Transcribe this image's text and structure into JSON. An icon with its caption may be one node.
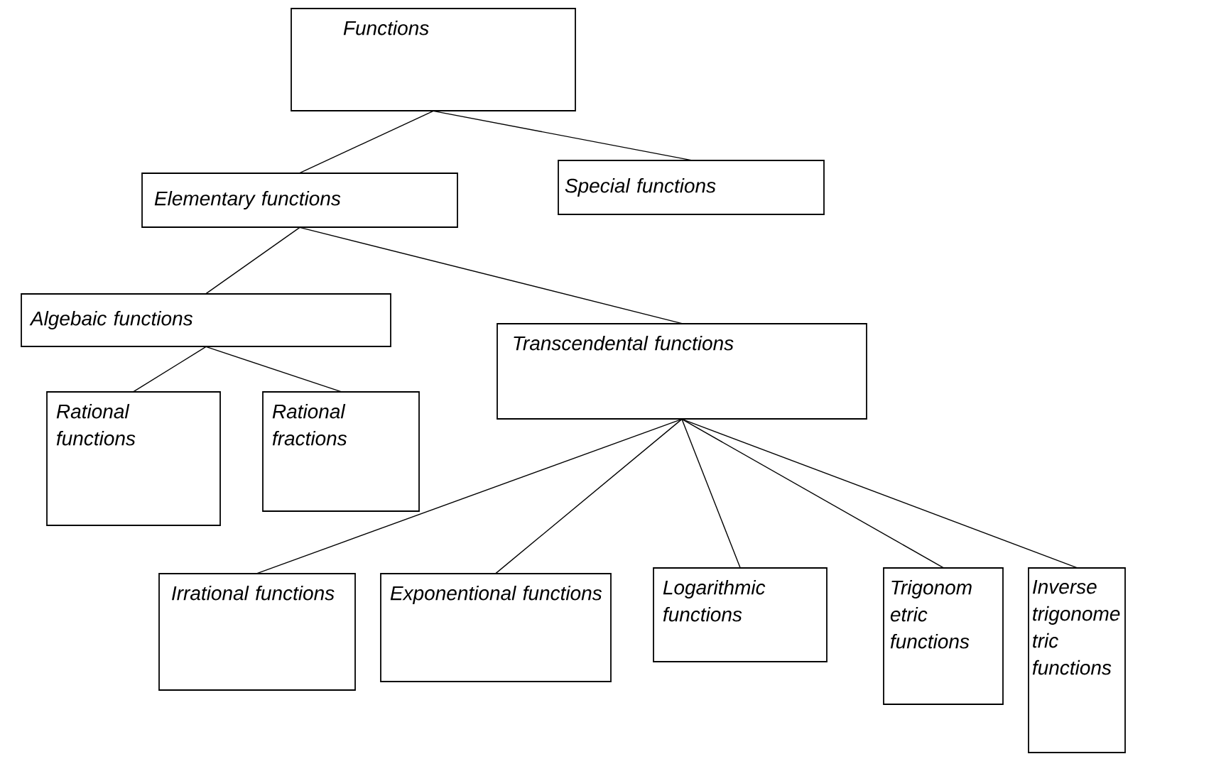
{
  "diagram": {
    "nodes": [
      {
        "text": [
          "Functions"
        ]
      },
      {
        "text": [
          "Elementary functions"
        ]
      },
      {
        "text": [
          "Special functions"
        ]
      },
      {
        "text": [
          "Algebaic functions"
        ]
      },
      {
        "text": [
          "Transcendental functions"
        ]
      },
      {
        "text": [
          "Rational functions"
        ]
      },
      {
        "text": [
          "Rational fractions"
        ]
      },
      {
        "text": [
          "Irrational functions"
        ]
      },
      {
        "text": [
          "Exponentional functions"
        ]
      },
      {
        "text": [
          "Logarithmic functions"
        ]
      },
      {
        "text": [
          "Trigonom etric functions"
        ]
      },
      {
        "text": [
          "Inverse trigonome tric functions"
        ]
      }
    ],
    "edges": [
      {
        "from": 0,
        "to": 1,
        "arrow": "none"
      },
      {
        "from": 0,
        "to": 2,
        "arrow": "none"
      },
      {
        "from": 1,
        "to": 3,
        "arrow": "none"
      },
      {
        "from": 1,
        "to": 4,
        "arrow": "none"
      },
      {
        "from": 3,
        "to": 5,
        "arrow": "none"
      },
      {
        "from": 3,
        "to": 6,
        "arrow": "none"
      },
      {
        "from": 4,
        "to": 7,
        "arrow": "none"
      },
      {
        "from": 4,
        "to": 8,
        "arrow": "none"
      },
      {
        "from": 4,
        "to": 9,
        "arrow": "none"
      },
      {
        "from": 4,
        "to": 10,
        "arrow": "none"
      },
      {
        "from": 4,
        "to": 11,
        "arrow": "none"
      }
    ]
  }
}
